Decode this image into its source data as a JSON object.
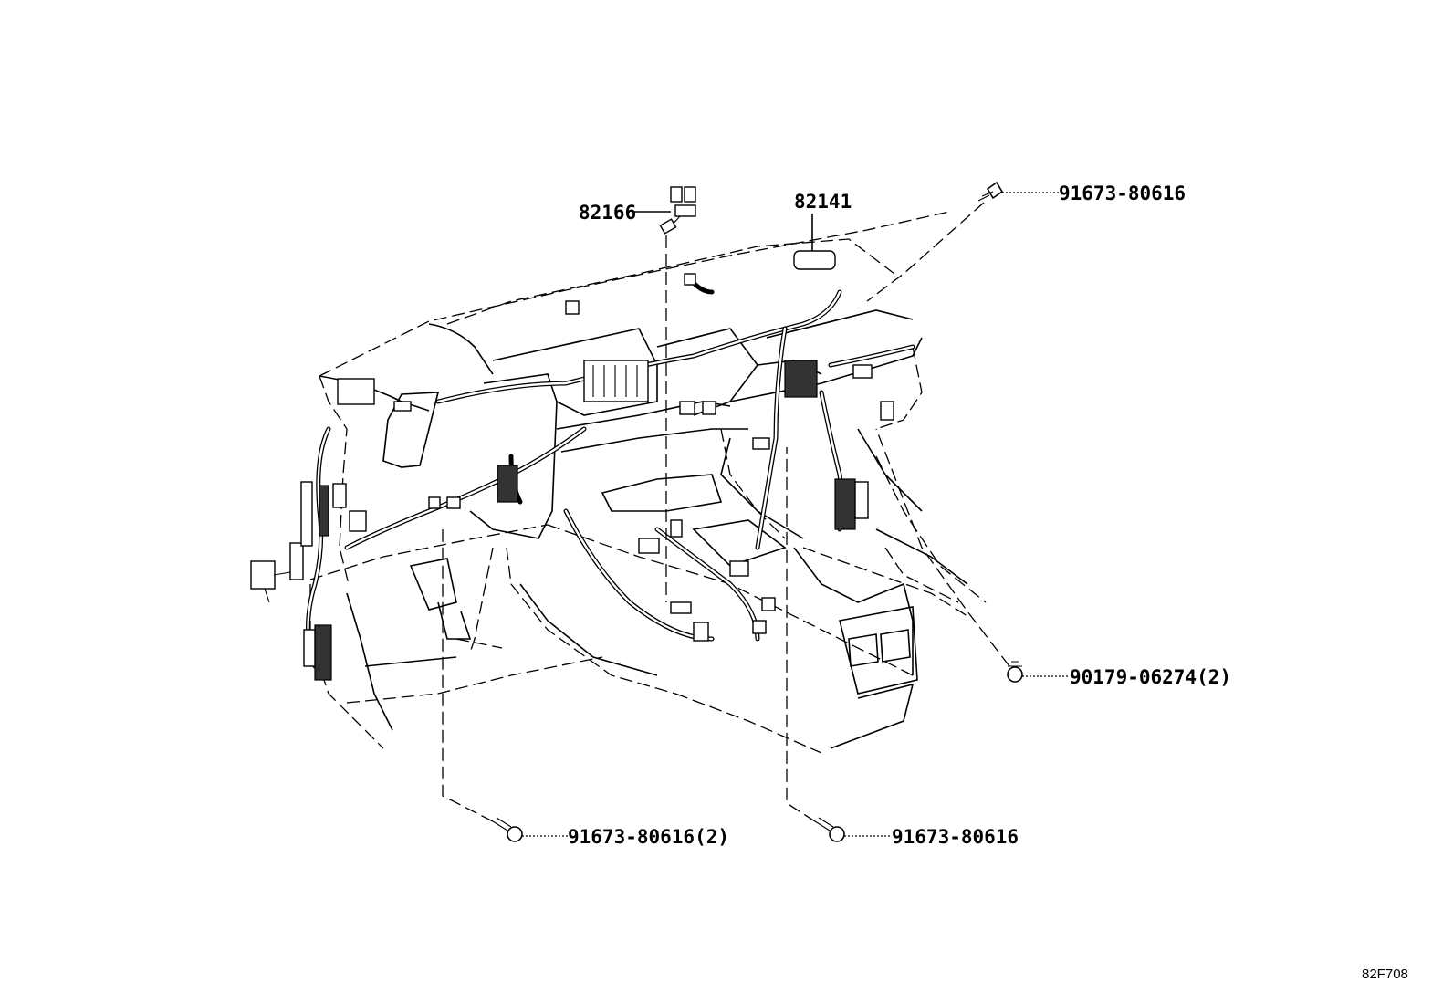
{
  "diagram_code": "82F708",
  "callouts": [
    {
      "id": "c1",
      "text": "82166"
    },
    {
      "id": "c2",
      "text": "82141"
    },
    {
      "id": "c3",
      "text": "91673-80616"
    },
    {
      "id": "c4",
      "text": "90179-06274(2)"
    },
    {
      "id": "c5",
      "text": "91673-80616(2)"
    },
    {
      "id": "c6",
      "text": "91673-80616"
    }
  ]
}
